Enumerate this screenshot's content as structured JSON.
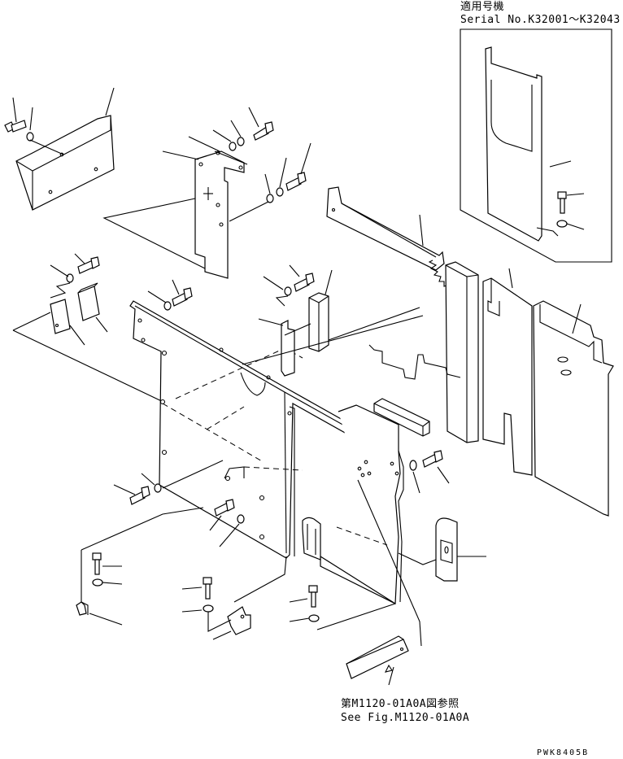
{
  "header": {
    "serial_title": "適用号機",
    "serial_range": "Serial No.K32001～K32043"
  },
  "reference": {
    "jp": "第M1120-01A0A図参照",
    "en": "See Fig.M1120-01A0A"
  },
  "drawing_code": "PWK8405B"
}
